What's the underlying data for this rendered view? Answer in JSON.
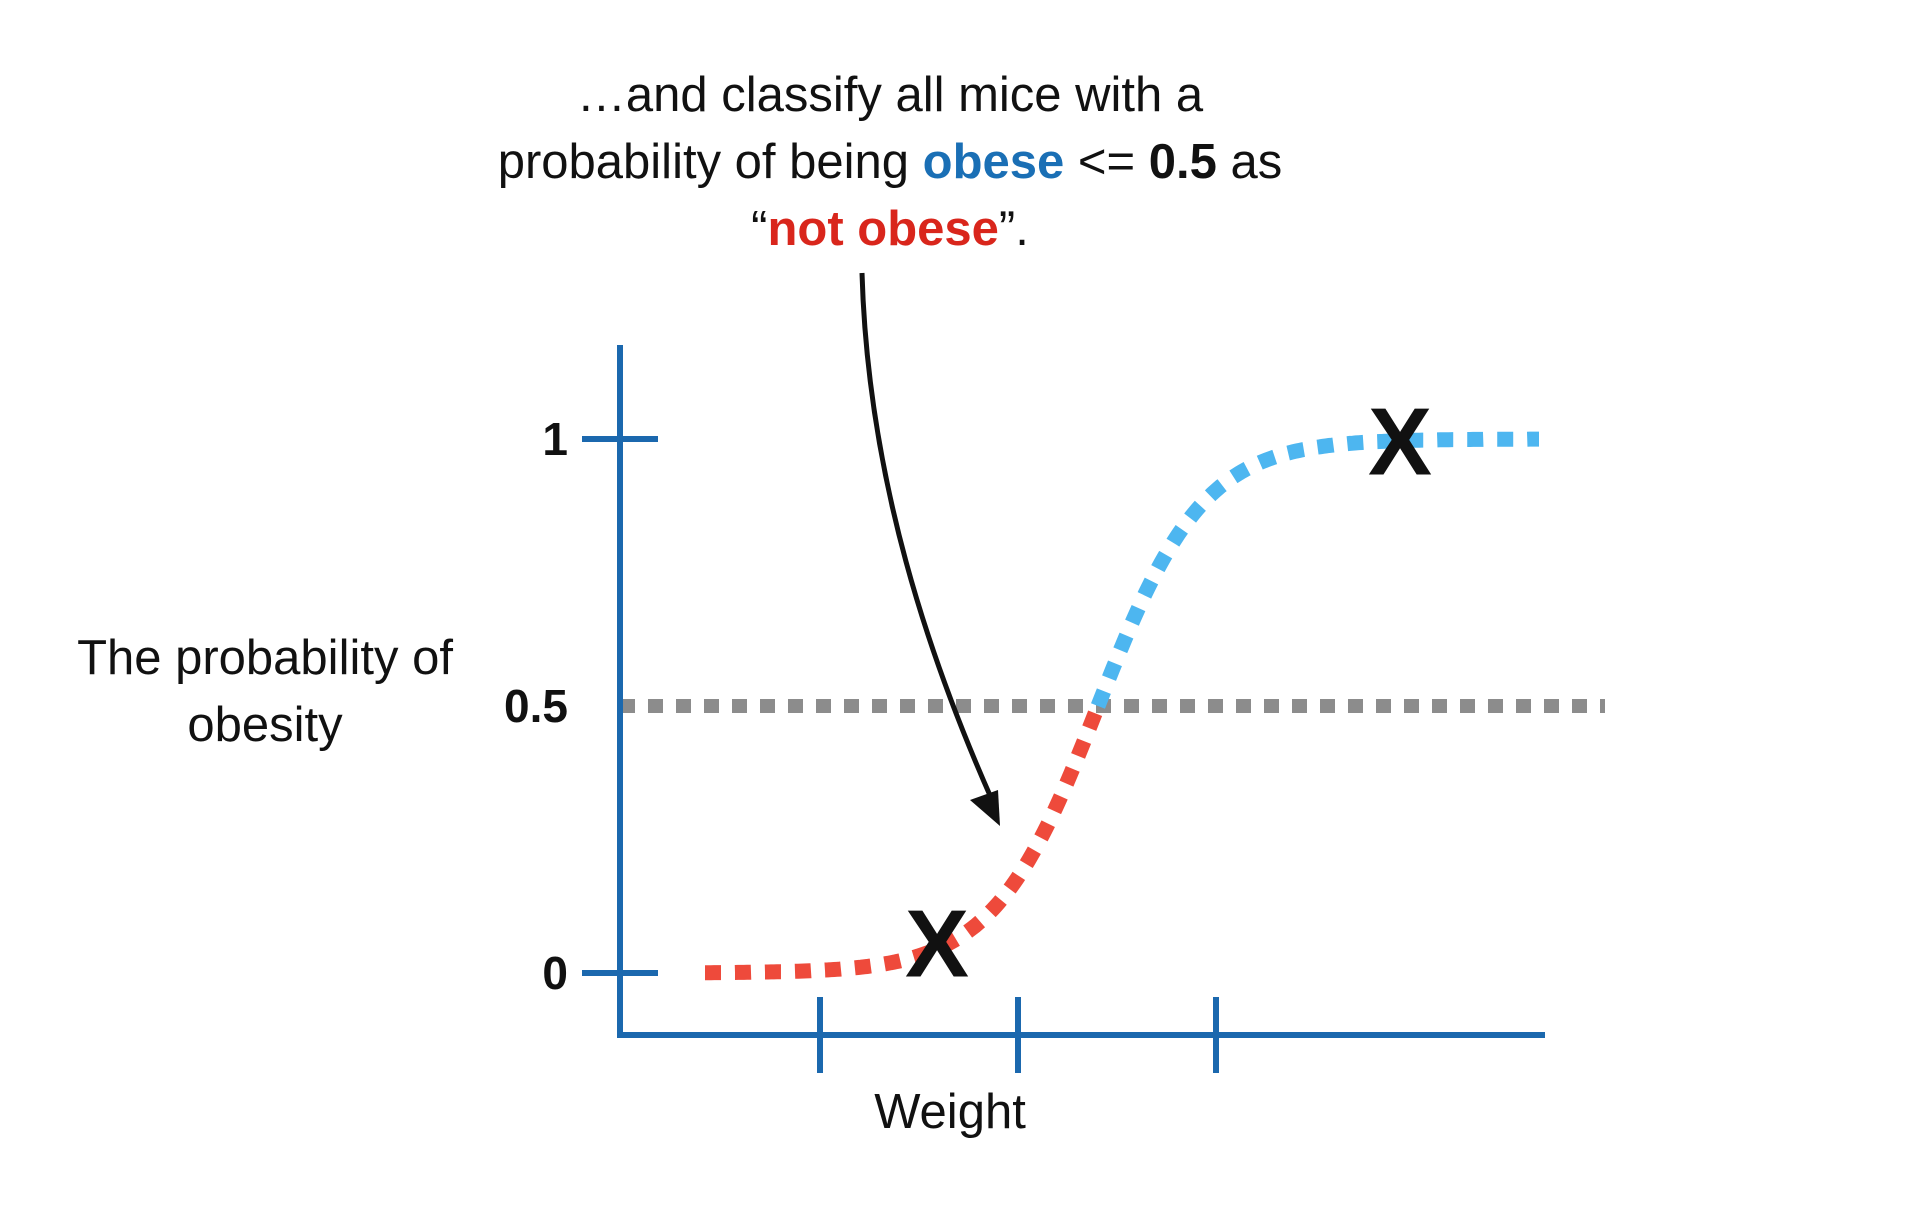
{
  "caption": {
    "line1": "…and classify all mice with a",
    "line2_pre": "probability of being ",
    "line2_obese": "obese",
    "line2_mid": " <= ",
    "line2_threshold": "0.5",
    "line2_post": " as",
    "line3_open": "“",
    "line3_not_obese": "not obese",
    "line3_close": "”."
  },
  "chart_data": {
    "type": "line",
    "title": "",
    "xlabel": "Weight",
    "ylabel": "The probability of obesity",
    "yticks": [
      {
        "value": 0,
        "label": "0"
      },
      {
        "value": 0.5,
        "label": "0.5"
      },
      {
        "value": 1,
        "label": "1"
      }
    ],
    "xticks": [
      "",
      "",
      ""
    ],
    "threshold": 0.5,
    "curve": "logistic",
    "series": [
      {
        "segment": "below-threshold",
        "color": "#ee4a3b"
      },
      {
        "segment": "above-threshold",
        "color": "#4db6f0"
      }
    ],
    "markers": [
      {
        "label": "X",
        "probability": 0.05
      },
      {
        "label": "X",
        "probability": 0.99
      }
    ]
  },
  "colors": {
    "axis": "#1b68ae",
    "threshold": "#8c8c8c",
    "obese": "#1a6fb5",
    "not_obese": "#d9261c",
    "arrow": "#111111"
  }
}
